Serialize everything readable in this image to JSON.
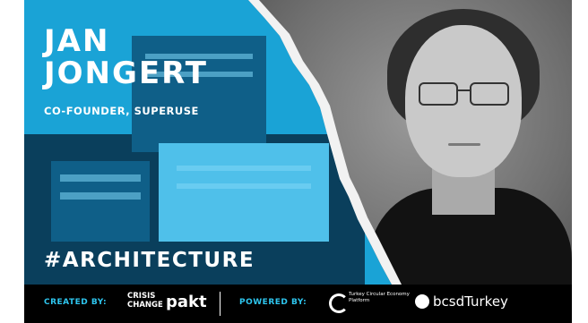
{
  "speaker": {
    "name_line1": "JAN",
    "name_line2": "JONGERT",
    "role": "CO-FOUNDER, SUPERUSE"
  },
  "hashtag": "#ARCHITECTURE",
  "footer": {
    "created_by_label": "CREATED BY:",
    "logo1_text": "CRISIS CHANGE",
    "logo2_text": "pakt",
    "powered_by_label": "POWERED BY:",
    "logo3_text": "Turkey Circular Economy Platform",
    "logo4_text": "bcsdTurkey"
  },
  "colors": {
    "accent_blue": "#1aa3d6",
    "label_cyan": "#2ec6ef",
    "footer_bg": "#000000"
  }
}
